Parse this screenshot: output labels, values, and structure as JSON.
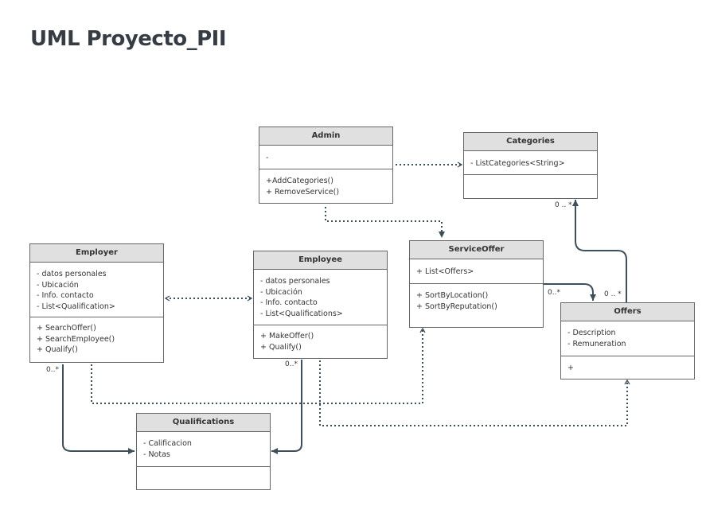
{
  "page": {
    "title": "UML Proyecto_PII"
  },
  "classes": {
    "admin": {
      "name": "Admin",
      "attributes": [
        "-"
      ],
      "methods": [
        "+AddCategories()",
        "+ RemoveService()"
      ]
    },
    "categories": {
      "name": "Categories",
      "attributes": [
        "- ListCategories<String>"
      ],
      "methods": []
    },
    "employer": {
      "name": "Employer",
      "attributes": [
        "- datos personales",
        "- Ubicación",
        "- Info. contacto",
        "- List<Qualification>"
      ],
      "methods": [
        "+ SearchOffer()",
        "+ SearchEmployee()",
        "+ Qualify()"
      ]
    },
    "employee": {
      "name": "Employee",
      "attributes": [
        "- datos personales",
        "- Ubicación",
        "- Info. contacto",
        "- List<Qualifications>"
      ],
      "methods": [
        "+ MakeOffer()",
        "+ Qualify()"
      ]
    },
    "serviceoffer": {
      "name": "ServiceOffer",
      "attributes": [
        "+ List<Offers>"
      ],
      "methods": [
        "+ SortByLocation()",
        "+ SortByReputation()"
      ]
    },
    "offers": {
      "name": "Offers",
      "attributes": [
        "- Description",
        "- Remuneration"
      ],
      "methods": [
        "+"
      ]
    },
    "qualifications": {
      "name": "Qualifications",
      "attributes": [
        "- Calificacion",
        "- Notas"
      ],
      "methods": []
    }
  },
  "multiplicities": {
    "categories_offers": "0 .. *",
    "offers_categories": "0 .. *",
    "serviceoffer_offers": "0..*",
    "employer_qualifications": "0..*",
    "employee_qualifications": "0..*"
  },
  "colors": {
    "connector": "#3d4f5c",
    "header_fill": "#e0e0e0",
    "border": "#666666"
  }
}
